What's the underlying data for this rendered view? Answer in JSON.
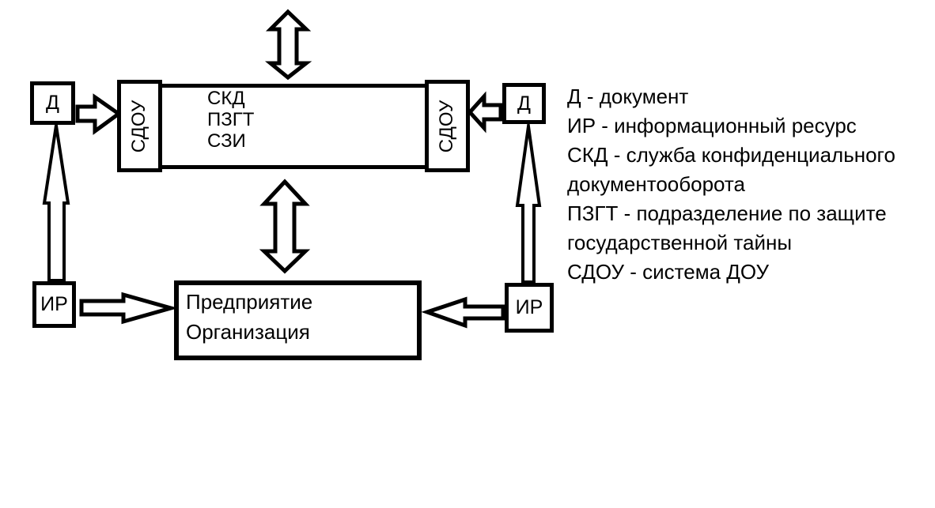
{
  "nodes": {
    "doc_left": {
      "label": "Д"
    },
    "doc_right": {
      "label": "Д"
    },
    "sdou_left": {
      "label": "СДОУ"
    },
    "sdou_right": {
      "label": "СДОУ"
    },
    "central_unit": {
      "lines": [
        "СКД",
        "ПЗГТ",
        "СЗИ"
      ]
    },
    "enterprise": {
      "lines": [
        "Предприятие",
        "Организация"
      ]
    },
    "ir_left": {
      "label": "ИР"
    },
    "ir_right": {
      "label": "ИР"
    }
  },
  "legend": {
    "lines": [
      "Д - документ",
      "ИР - информационный ресурс",
      "СКД - служба конфиденциального",
      "документооборота",
      "ПЗГТ - подразделение по защите",
      "государственной тайны",
      "СДОУ - система ДОУ"
    ]
  },
  "colors": {
    "ink": "#000000",
    "background": "#ffffff"
  }
}
